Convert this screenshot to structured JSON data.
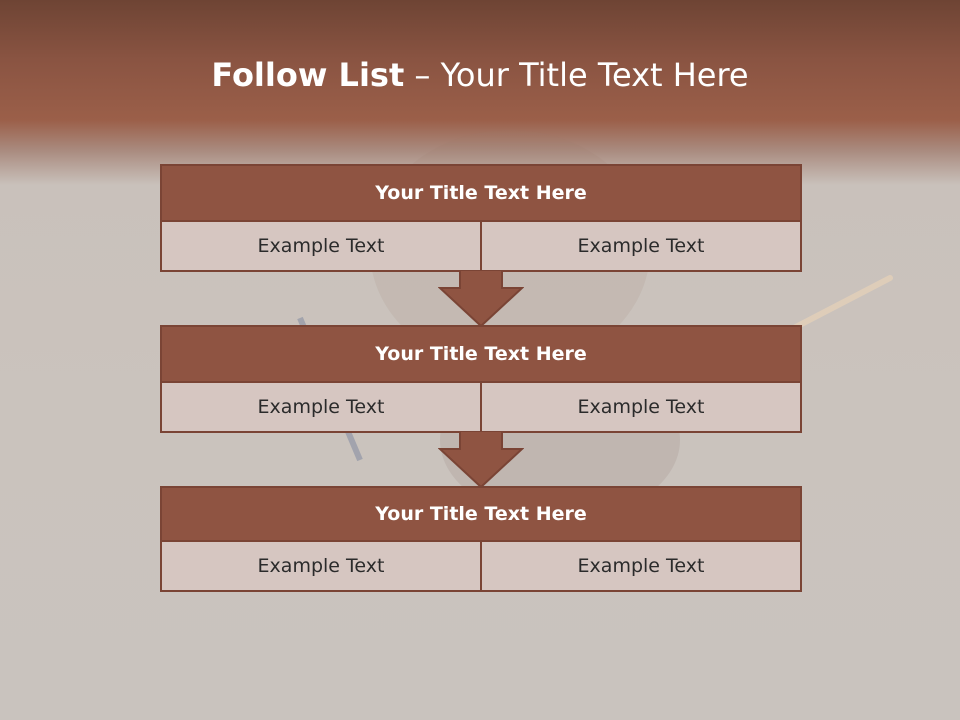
{
  "slide": {
    "title_bold": "Follow List",
    "title_rest": " – Your Title Text Here"
  },
  "blocks": [
    {
      "title": "Your Title Text Here",
      "left": "Example Text",
      "right": "Example Text"
    },
    {
      "title": "Your Title Text Here",
      "left": "Example Text",
      "right": "Example Text"
    },
    {
      "title": "Your Title Text Here",
      "left": "Example Text",
      "right": "Example Text"
    }
  ],
  "colors": {
    "header_fill": "#8f5442",
    "cell_fill": "#d6c6c1",
    "border": "#7a4435",
    "top_band": "#8a5442"
  },
  "icons": [
    "down-arrow-icon"
  ]
}
